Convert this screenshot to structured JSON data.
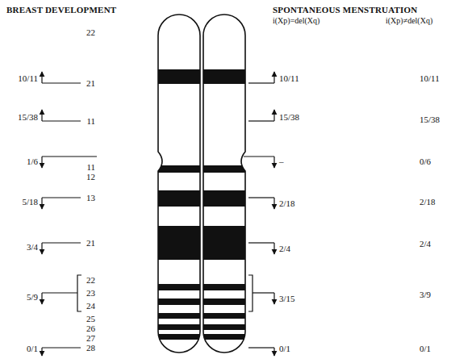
{
  "diagram": {
    "labels": [
      "BREAST DEVELOPMENT",
      "SPONTANEOUS MENSTRUATION",
      "i(Xp)=del(Xq)",
      "i(Xp)≠del(Xq)",
      "22",
      "10/11",
      "21",
      "10/11",
      "10/11",
      "15/38",
      "11",
      "15/38",
      "15/38",
      "1/6",
      "11",
      "12",
      "–",
      "0/6",
      "5/18",
      "13",
      "2/18",
      "2/18",
      "3/4",
      "21",
      "2/4",
      "2/4",
      "22",
      "23",
      "24",
      "5/9",
      "3/15",
      "3/9",
      "25",
      "26",
      "27",
      "0/1",
      "28",
      "0/1",
      "0/1"
    ]
  }
}
